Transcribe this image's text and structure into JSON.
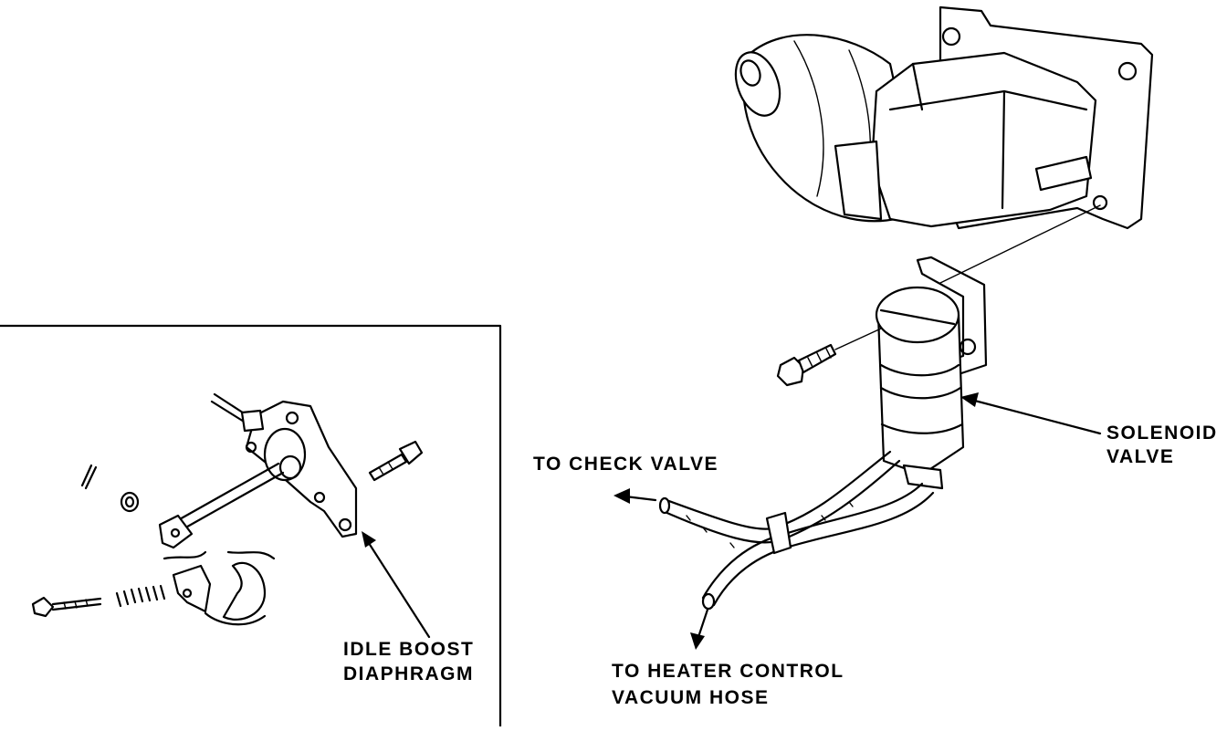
{
  "labels": {
    "solenoid_valve_line1": "SOLENOID",
    "solenoid_valve_line2": "VALVE",
    "to_check_valve": "TO CHECK VALVE",
    "to_heater_line1": "TO HEATER CONTROL",
    "to_heater_line2": "VACUUM HOSE",
    "idle_boost_line1": "IDLE BOOST",
    "idle_boost_line2": "DIAPHRAGM"
  }
}
